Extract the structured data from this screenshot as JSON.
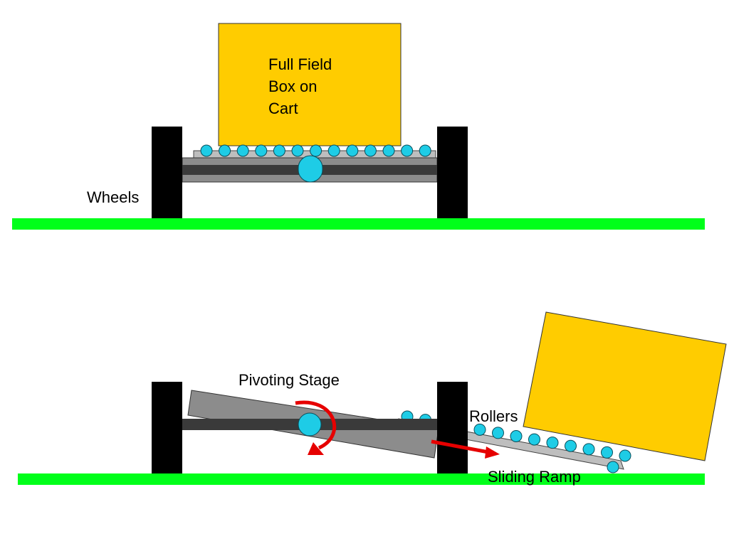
{
  "colors": {
    "ground": "#00FF1A",
    "box": "#FFCC00",
    "wheel": "#000000",
    "axle": "#3A3A3A",
    "stage": "#8C8C8C",
    "rail": "#BEBEBE",
    "roller": "#1ECCE6",
    "pivot": "#1ECCE6",
    "arrow": "#E60000"
  },
  "top_panel": {
    "box_label_line1": "Full Field",
    "box_label_line2": "Box on",
    "box_label_line3": "Cart",
    "wheels_label": "Wheels"
  },
  "bottom_panel": {
    "pivoting_stage_label": "Pivoting Stage",
    "rollers_label": "Rollers",
    "sliding_ramp_label": "Sliding Ramp"
  },
  "icons": [
    "curved-rotation-arrow-icon",
    "slide-direction-arrow-icon"
  ]
}
